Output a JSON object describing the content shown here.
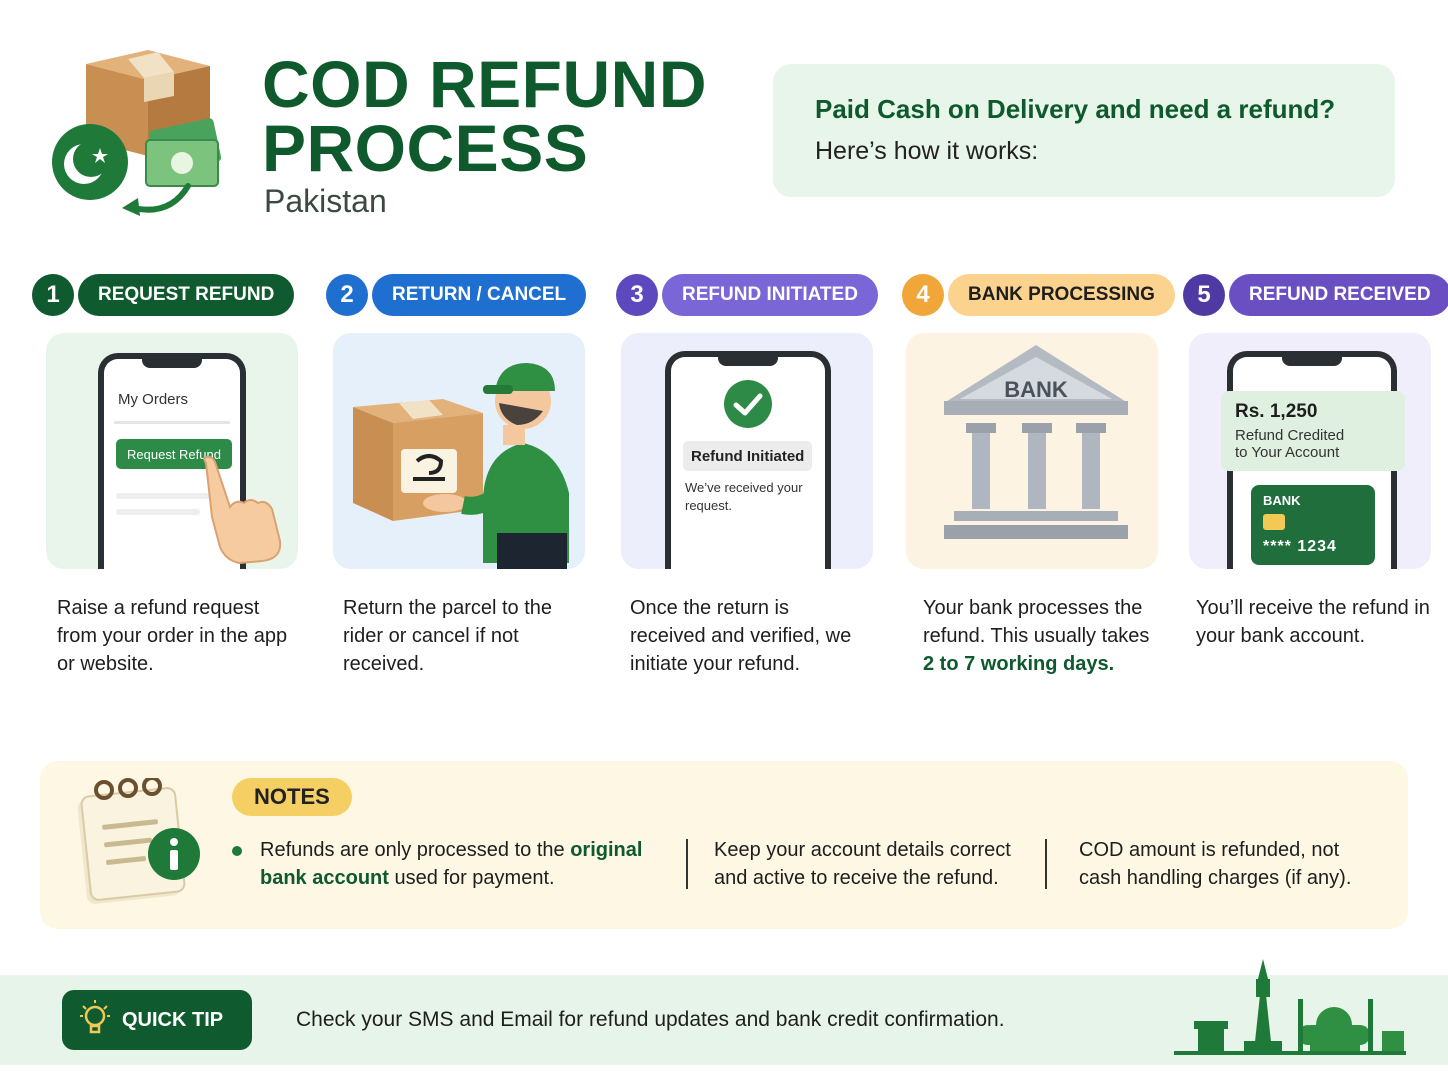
{
  "header": {
    "title_line1": "COD REFUND",
    "title_line2": "PROCESS",
    "subtitle": "Pakistan"
  },
  "intro": {
    "question": "Paid Cash on Delivery and need a refund?",
    "answer": "Here’s how it works:"
  },
  "steps": [
    {
      "num": "1",
      "label": "REQUEST REFUND",
      "color": "#0f5a2e",
      "desc": "Raise a refund request from your order in the app or website.",
      "screen_title": "My Orders",
      "button": "Request Refund"
    },
    {
      "num": "2",
      "label": "RETURN / CANCEL",
      "color": "#1f6fd1",
      "desc": "Return the parcel to the rider or cancel if not received."
    },
    {
      "num": "3",
      "label": "REFUND INITIATED",
      "color": "#6a55c8",
      "desc": "Once the return is received and verified, we initiate your refund.",
      "status": "Refund Initiated",
      "status_sub": "We’ve received your request."
    },
    {
      "num": "4",
      "label": "BANK PROCESSING",
      "color": "#f1a63a",
      "desc_pre": "Your bank processes the refund. This usually takes ",
      "desc_bold": "2 to 7 working days.",
      "bank_label": "BANK"
    },
    {
      "num": "5",
      "label": "REFUND RECEIVED",
      "color": "#5b3fae",
      "desc": "You’ll receive the refund in your bank account.",
      "amount": "Rs. 1,250",
      "credited_line1": "Refund Credited",
      "credited_line2": "to Your Account",
      "card_bank": "BANK",
      "card_number": "**** 1234"
    }
  ],
  "notes": {
    "badge": "NOTES",
    "n1_pre": "Refunds are only processed to the ",
    "n1_bold1": "original",
    "n1_bold2": "bank account",
    "n1_post": " used for payment.",
    "n2_line1": "Keep your account details correct",
    "n2_line2": "and active to receive the refund.",
    "n3_line1": "COD amount is refunded, not",
    "n3_line2": "cash handling charges (if any)."
  },
  "footer": {
    "tip_label": "QUICK TIP",
    "tip_text": "Check your SMS and Email for refund updates and bank credit confirmation."
  }
}
